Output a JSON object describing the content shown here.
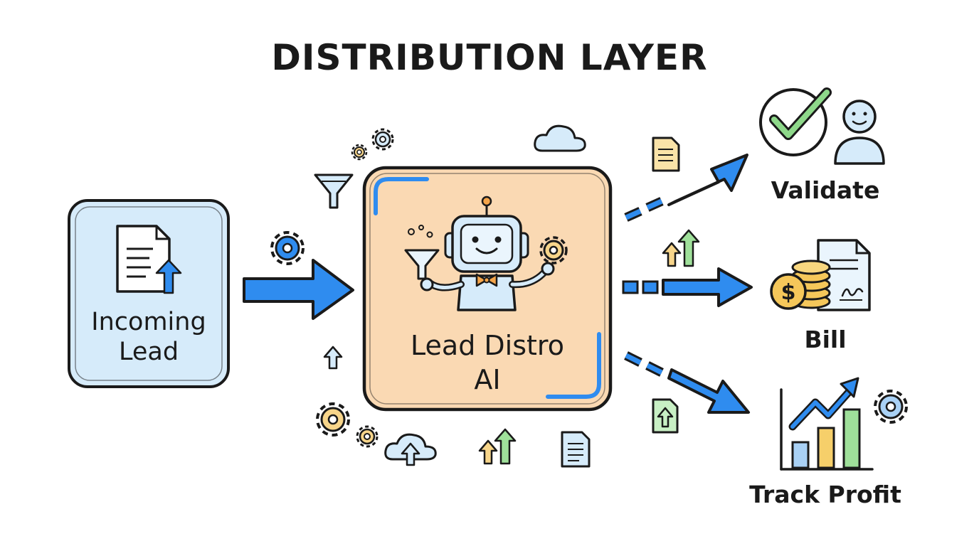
{
  "title": "DISTRIBUTION LAYER",
  "input": {
    "label_line1": "Incoming",
    "label_line2": "Lead"
  },
  "core": {
    "label_line1": "Lead Distro",
    "label_line2": "AI"
  },
  "outputs": [
    {
      "label": "Validate"
    },
    {
      "label": "Bill"
    },
    {
      "label": "Track Profit"
    }
  ],
  "colors": {
    "input_fill": "#d6ebfa",
    "core_fill": "#fad9b3",
    "arrow_blue": "#2f8cef",
    "outline": "#1a1a1a",
    "check_green": "#8ed88a",
    "coin_gold": "#f5c75a",
    "bar_yellow": "#f6cf6a",
    "bar_green": "#9fe09a",
    "bar_blue": "#a9d1f5"
  },
  "icons": [
    "document-upload-icon",
    "robot-icon",
    "funnel-icon",
    "gear-icon",
    "cloud-icon",
    "cloud-upload-icon",
    "document-icon",
    "up-arrows-icon",
    "checkmark-circle-icon",
    "person-icon",
    "coin-stack-icon",
    "contract-icon",
    "bar-chart-growth-icon"
  ]
}
